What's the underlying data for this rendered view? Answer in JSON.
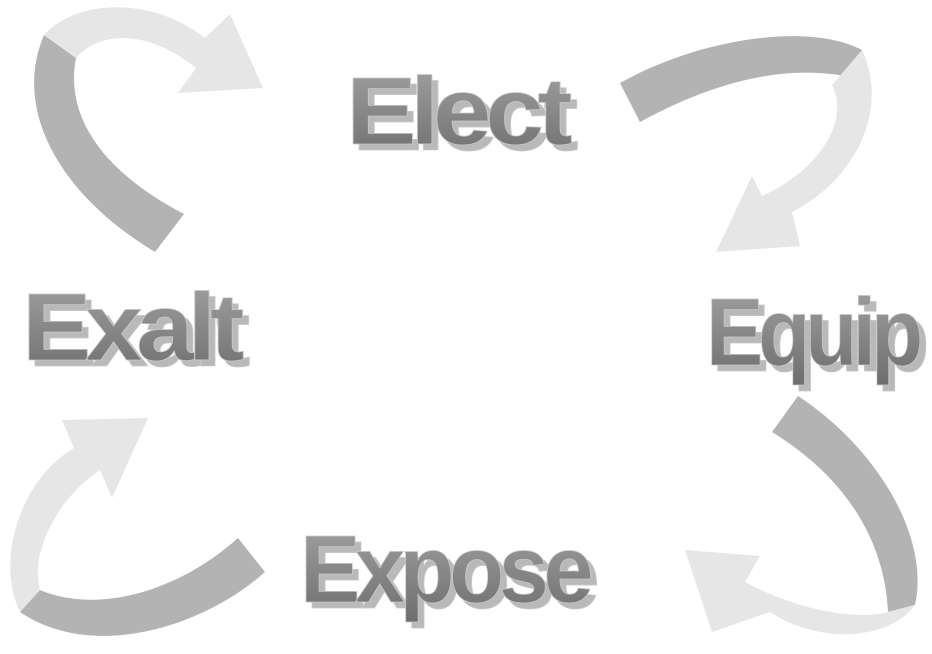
{
  "diagram": {
    "stages": [
      {
        "id": "elect",
        "label": "Elect"
      },
      {
        "id": "equip",
        "label": "Equip"
      },
      {
        "id": "expose",
        "label": "Expose"
      },
      {
        "id": "exalt",
        "label": "Exalt"
      }
    ],
    "colors": {
      "arrow_dark": "#b3b3b3",
      "arrow_light": "#e6e6e6",
      "text_top": "#a3a3a3",
      "text_bottom": "#6d6d6d",
      "text_shadow": "#b9b9b9",
      "background": "#ffffff"
    }
  }
}
